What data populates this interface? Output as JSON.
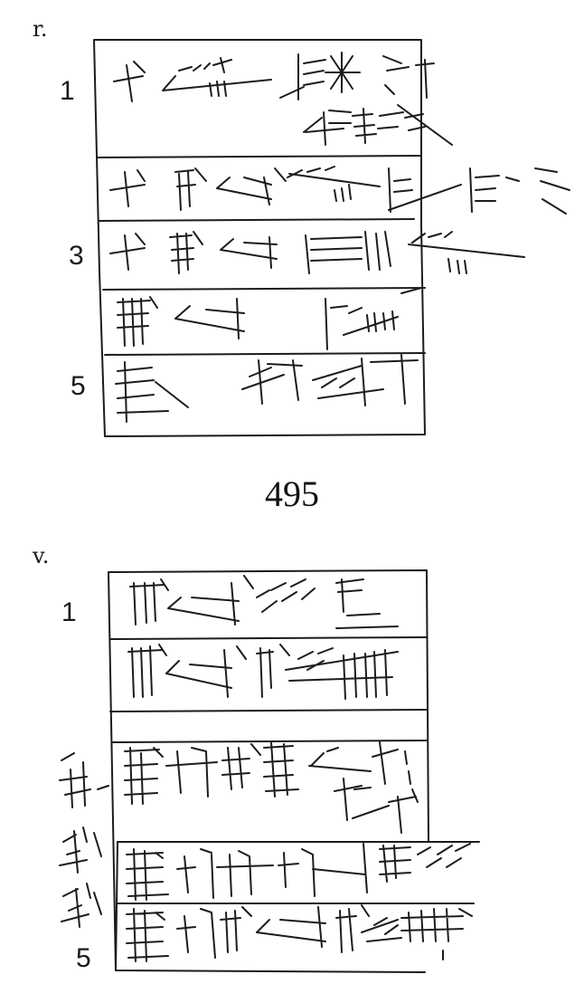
{
  "figure_number": "495",
  "obverse": {
    "label": "r.",
    "line_numbers": [
      "1",
      "3",
      "5"
    ]
  },
  "reverse": {
    "label": "v.",
    "line_numbers": [
      "1",
      "5"
    ]
  },
  "colors": {
    "ink": "#1c1c1c",
    "paper": "#ffffff"
  }
}
